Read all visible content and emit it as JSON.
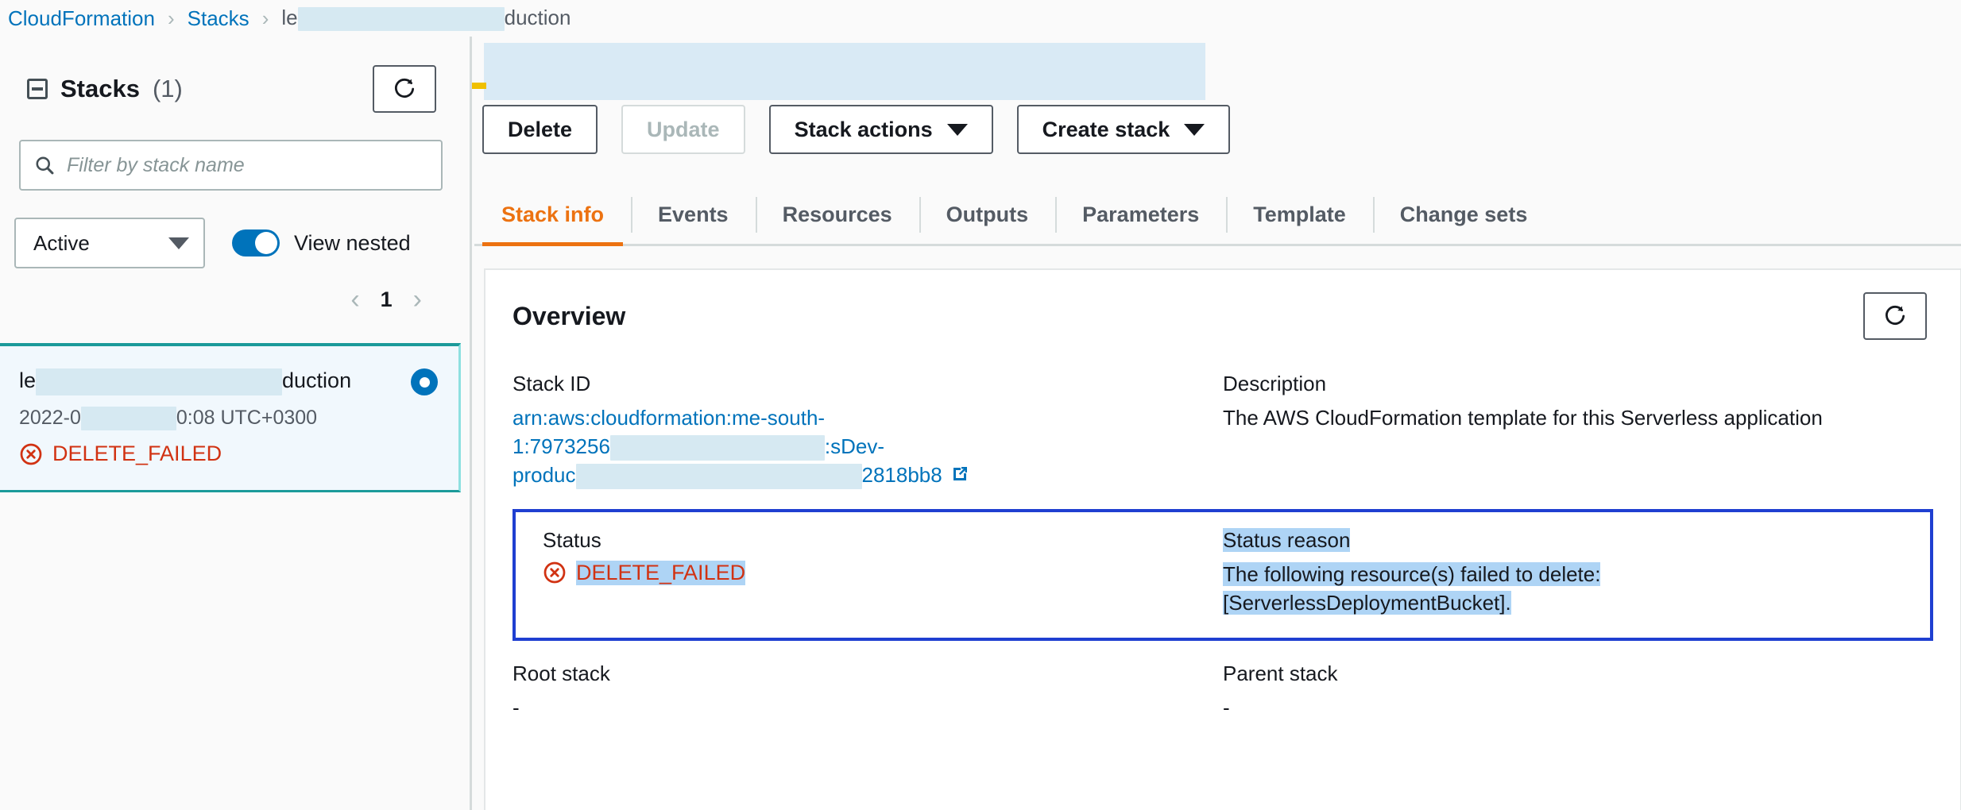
{
  "breadcrumb": {
    "items": [
      {
        "label": "CloudFormation",
        "type": "link"
      },
      {
        "label": "Stacks",
        "type": "link"
      },
      {
        "label_prefix": "le",
        "label_suffix": "duction",
        "type": "current"
      }
    ],
    "separator": "›"
  },
  "sidebar": {
    "title": "Stacks",
    "count": "(1)",
    "collapse_icon": "collapse-minus-icon",
    "refresh_icon": "refresh-icon",
    "filter": {
      "placeholder": "Filter by stack name",
      "value": "",
      "icon": "search-icon"
    },
    "status_filter": {
      "selected": "Active",
      "icon": "chevron-down-icon"
    },
    "view_nested": {
      "label": "View nested",
      "enabled": true
    },
    "pagination": {
      "prev": "‹",
      "page": "1",
      "next": "›"
    },
    "stack_card": {
      "name_prefix": "le",
      "name_suffix": "duction",
      "date_prefix": "2022-0",
      "date_suffix": "0:08 UTC+0300",
      "status": "DELETE_FAILED",
      "status_icon": "error-circle-icon",
      "selected": true
    }
  },
  "main": {
    "buttons": [
      {
        "label": "Delete",
        "disabled": false,
        "has_caret": false
      },
      {
        "label": "Update",
        "disabled": true,
        "has_caret": false
      },
      {
        "label": "Stack actions",
        "disabled": false,
        "has_caret": true
      },
      {
        "label": "Create stack",
        "disabled": false,
        "has_caret": true
      }
    ],
    "tabs": [
      {
        "label": "Stack info",
        "active": true
      },
      {
        "label": "Events",
        "active": false
      },
      {
        "label": "Resources",
        "active": false
      },
      {
        "label": "Outputs",
        "active": false
      },
      {
        "label": "Parameters",
        "active": false
      },
      {
        "label": "Template",
        "active": false
      },
      {
        "label": "Change sets",
        "active": false
      }
    ],
    "overview": {
      "title": "Overview",
      "refresh_icon": "refresh-icon",
      "stack_id": {
        "key": "Stack ID",
        "line1": "arn:aws:cloudformation:me-south-",
        "line2_prefix": "1:7973256",
        "line2_suffix": ":sDev-",
        "line3_prefix": "produc",
        "line3_suffix": "2818bb8",
        "external_icon": "external-link-icon"
      },
      "description": {
        "key": "Description",
        "value": "The AWS CloudFormation template for this Serverless application"
      },
      "status": {
        "key": "Status",
        "value": "DELETE_FAILED",
        "icon": "error-circle-icon"
      },
      "status_reason": {
        "key": "Status reason",
        "line1": "The following resource(s) failed to delete:",
        "line2": "[ServerlessDeploymentBucket]."
      },
      "root_stack": {
        "key": "Root stack",
        "value": "-"
      },
      "parent_stack": {
        "key": "Parent stack",
        "value": "-"
      }
    }
  },
  "colors": {
    "link": "#0073bb",
    "accent_orange": "#ec7211",
    "error_red": "#d13212",
    "selection_blue": "#aed4f5",
    "selection_border": "#1f3fd1",
    "teal": "#1b9a9a"
  }
}
